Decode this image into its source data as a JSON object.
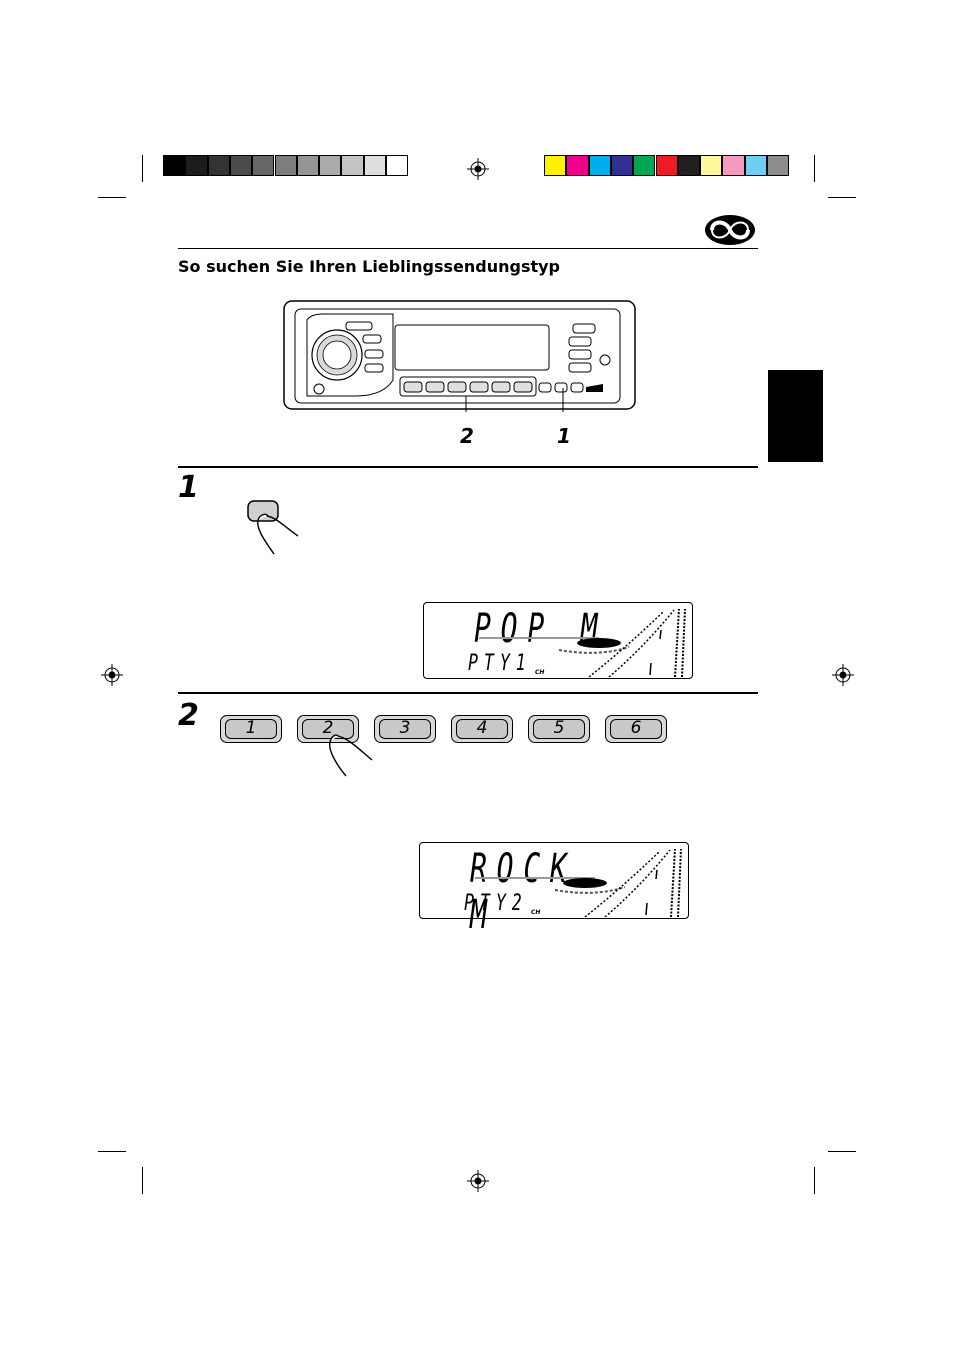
{
  "colors": {
    "grayscale_bar": [
      "#000000",
      "#1c1c1c",
      "#333333",
      "#4b4b4b",
      "#666666",
      "#7d7d7d",
      "#959595",
      "#ababab",
      "#c3c3c3",
      "#dedede",
      "#ffffff"
    ],
    "color_bar": [
      "#fff200",
      "#ec008c",
      "#00aeef",
      "#2e3192",
      "#00a651",
      "#ed1c24",
      "#231f20",
      "#fff799",
      "#f49ac1",
      "#6dcff6",
      "#8c8c8c"
    ],
    "ink": "#000000"
  },
  "heading": "So suchen Sie Ihren Lieblingssendungstyp",
  "callouts": [
    "2",
    "1"
  ],
  "steps": [
    {
      "number": "1"
    },
    {
      "number": "2"
    }
  ],
  "presets": [
    "1",
    "2",
    "3",
    "4",
    "5",
    "6"
  ],
  "displays": [
    {
      "main": "POP M",
      "sub": "PTY1",
      "ch": "CH"
    },
    {
      "main": "ROCK M",
      "sub": "PTY2",
      "ch": "CH"
    }
  ],
  "icons": [
    "registration-mark-icon",
    "logo-icon",
    "finger-press-icon"
  ]
}
